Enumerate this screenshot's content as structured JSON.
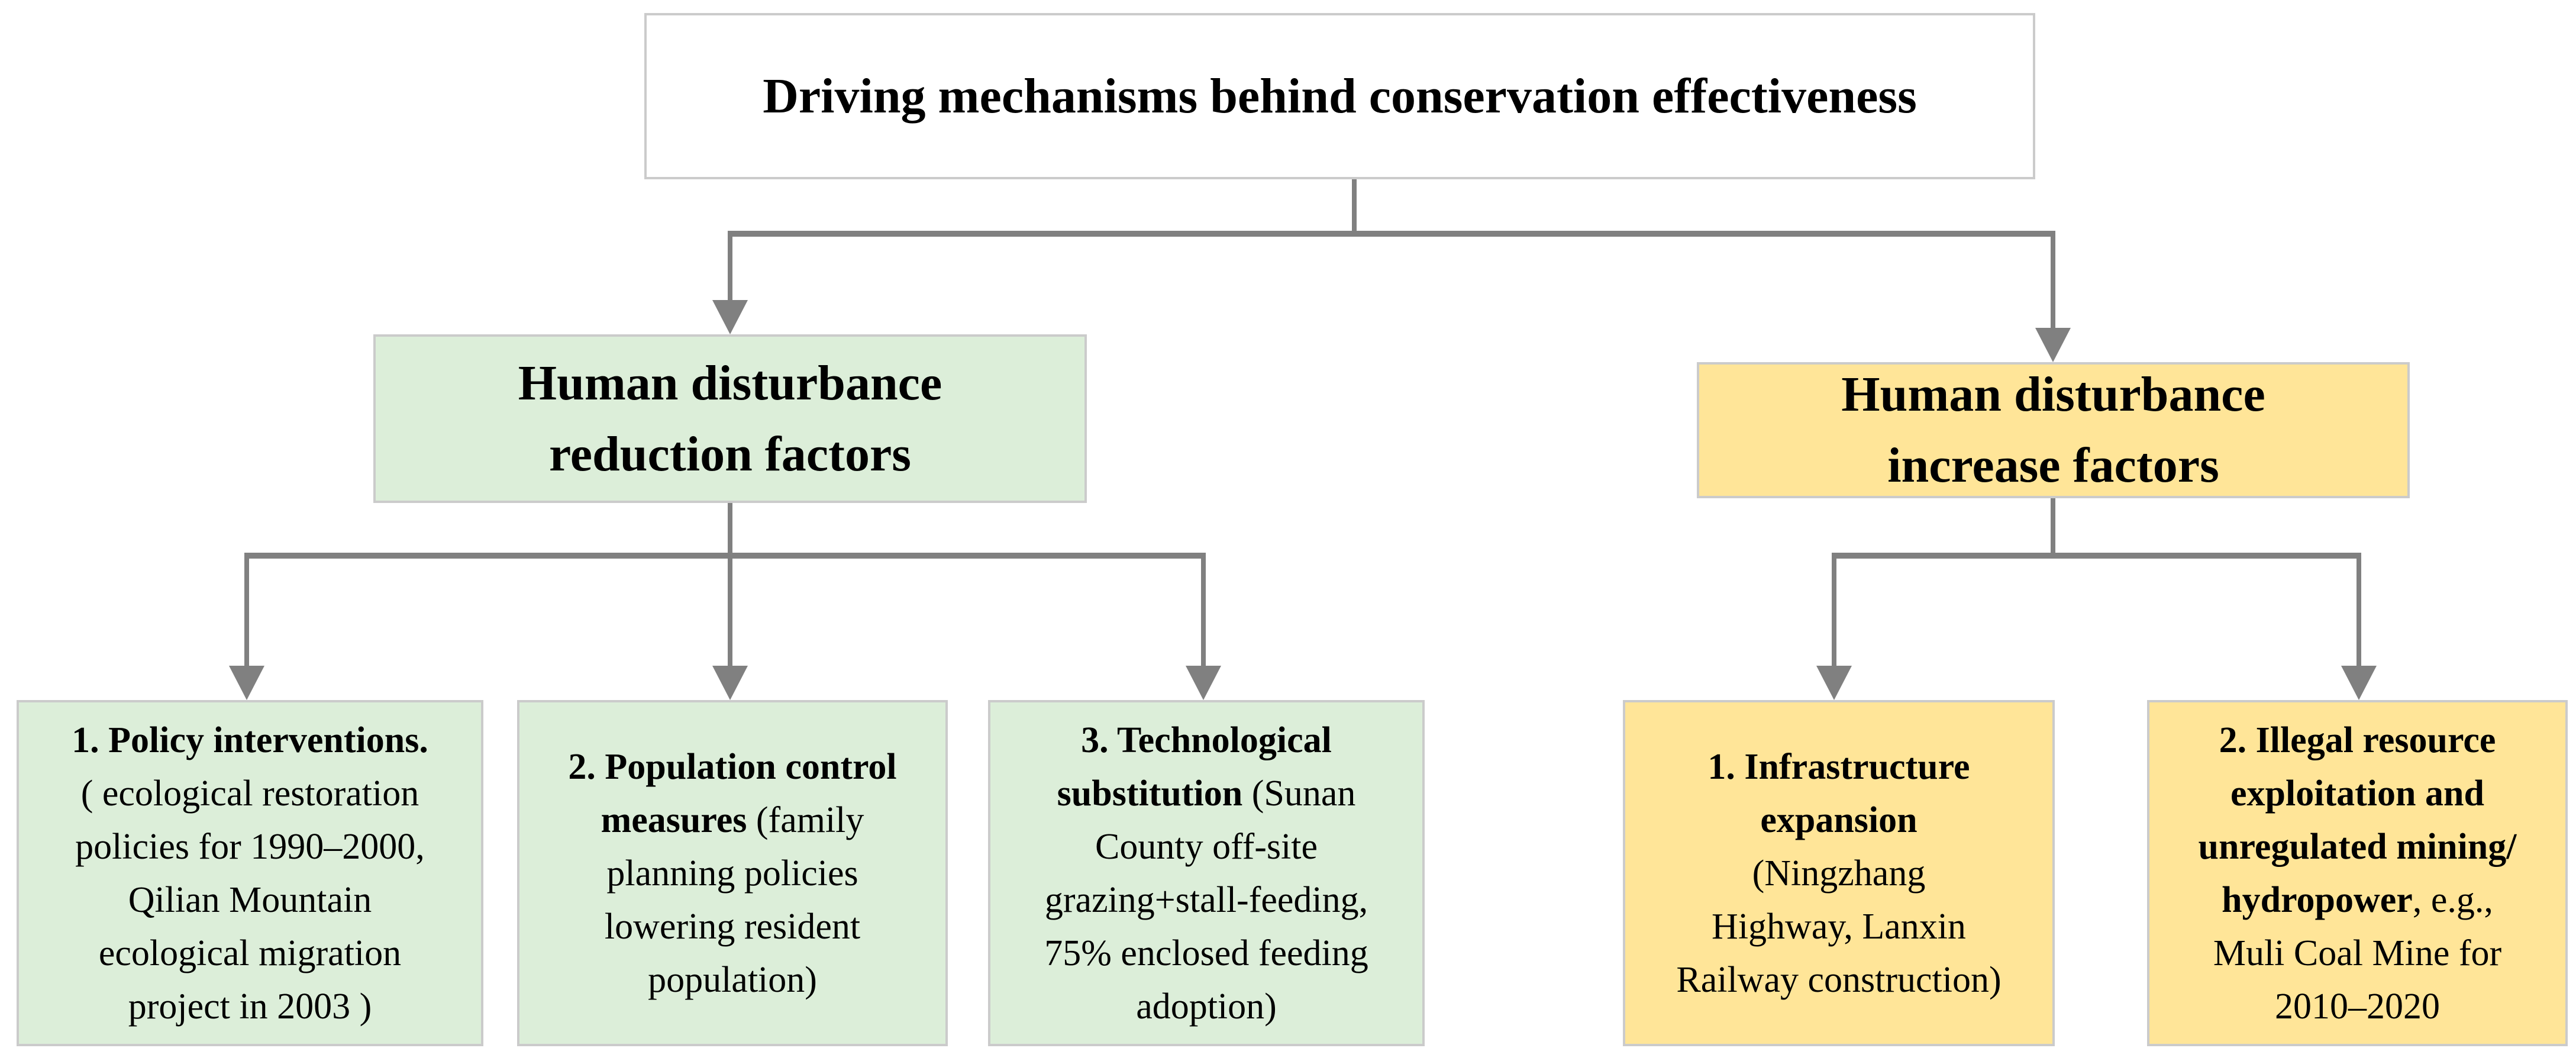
{
  "title": {
    "text": "Driving mechanisms behind conservation effectiveness"
  },
  "colors": {
    "green_fill": "#dceed9",
    "yellow_fill": "#ffe598",
    "connector_gray": "#808080",
    "border_gray": "#cbcbcb",
    "background": "#ffffff",
    "text": "#000000"
  },
  "branches": {
    "reduction": {
      "header_lines": [
        [
          {
            "t": "Human disturbance",
            "b": true
          }
        ],
        [
          {
            "t": "reduction factors",
            "b": true
          }
        ]
      ],
      "children": {
        "policy": {
          "lines": [
            [
              {
                "t": "1. Policy interventions.",
                "b": true
              }
            ],
            [
              {
                "t": "( ecological restoration"
              }
            ],
            [
              {
                "t": "policies for 1990–2000,"
              }
            ],
            [
              {
                "t": "Qilian Mountain"
              }
            ],
            [
              {
                "t": "ecological migration"
              }
            ],
            [
              {
                "t": "project in 2003 )"
              }
            ]
          ]
        },
        "population": {
          "lines": [
            [
              {
                "t": "2. Population control",
                "b": true
              }
            ],
            [
              {
                "t": "measures",
                "b": true
              },
              {
                "t": " (family"
              }
            ],
            [
              {
                "t": "planning policies"
              }
            ],
            [
              {
                "t": "lowering resident"
              }
            ],
            [
              {
                "t": "population)"
              }
            ]
          ]
        },
        "technological": {
          "lines": [
            [
              {
                "t": "3. Technological",
                "b": true
              }
            ],
            [
              {
                "t": "substitution",
                "b": true
              },
              {
                "t": " (Sunan"
              }
            ],
            [
              {
                "t": "County off-site"
              }
            ],
            [
              {
                "t": "grazing+stall-feeding,"
              }
            ],
            [
              {
                "t": "75% enclosed feeding"
              }
            ],
            [
              {
                "t": "adoption)"
              }
            ]
          ]
        }
      }
    },
    "increase": {
      "header_lines": [
        [
          {
            "t": "Human disturbance",
            "b": true
          }
        ],
        [
          {
            "t": "increase factors",
            "b": true
          }
        ]
      ],
      "children": {
        "infrastructure": {
          "lines": [
            [
              {
                "t": "1. Infrastructure",
                "b": true
              }
            ],
            [
              {
                "t": "expansion",
                "b": true
              }
            ],
            [
              {
                "t": "(Ningzhang"
              }
            ],
            [
              {
                "t": "Highway, Lanxin"
              }
            ],
            [
              {
                "t": "Railway construction)"
              }
            ]
          ]
        },
        "illegal": {
          "lines": [
            [
              {
                "t": "2. Illegal resource",
                "b": true
              }
            ],
            [
              {
                "t": "exploitation and",
                "b": true
              }
            ],
            [
              {
                "t": "unregulated mining/",
                "b": true
              }
            ],
            [
              {
                "t": "hydropower",
                "b": true
              },
              {
                "t": ", e.g.,"
              }
            ],
            [
              {
                "t": "Muli Coal Mine for"
              }
            ],
            [
              {
                "t": "2010–2020"
              }
            ]
          ]
        }
      }
    }
  }
}
